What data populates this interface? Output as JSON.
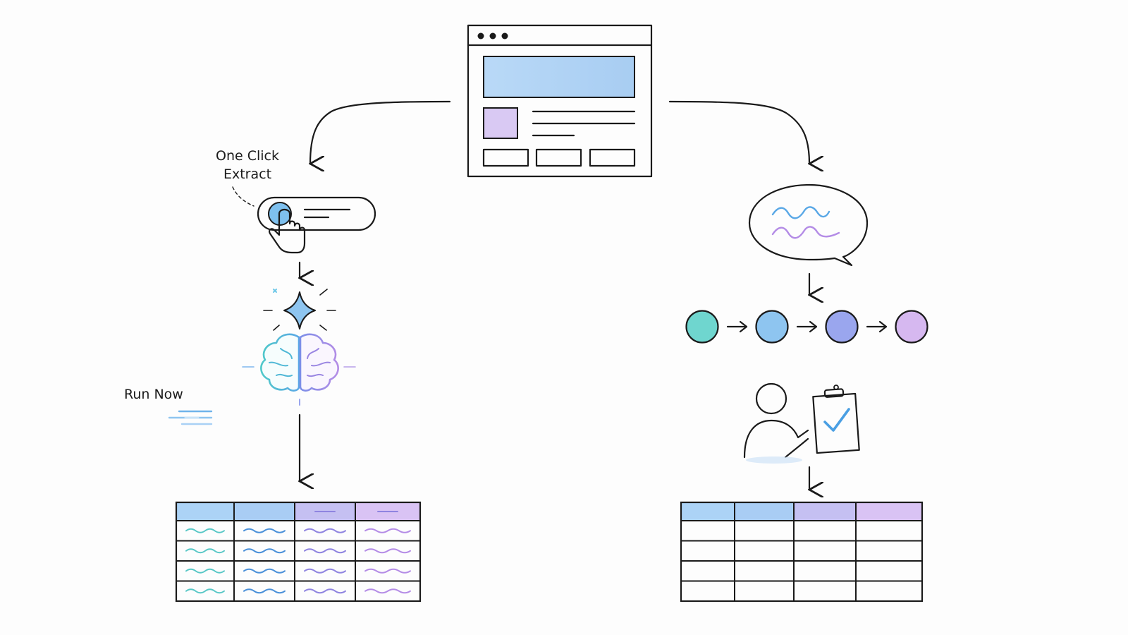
{
  "labels": {
    "one_click": "One Click",
    "extract": "Extract",
    "run_now": "Run Now"
  },
  "colors": {
    "ink": "#1a1a1a",
    "blue": "#8ec5f0",
    "light_blue": "#bfdcf7",
    "teal": "#6fd6cf",
    "indigo": "#9aa6ee",
    "purple": "#d6b8f0",
    "lavender": "#cdbbf3"
  },
  "icons": {
    "browser": "browser-window-icon",
    "click": "hand-pointer-icon",
    "sparkle": "sparkle-icon",
    "brain": "brain-icon",
    "speed": "speed-lines-icon",
    "chat": "speech-bubble-icon",
    "reviewer": "person-with-clipboard-icon",
    "check": "checkmark-icon"
  },
  "left_table": {
    "columns": 4,
    "body_rows": 4,
    "filled": true
  },
  "right_table": {
    "columns": 4,
    "body_rows": 4,
    "filled": false
  },
  "pipeline_colors": [
    "#6fd6cf",
    "#8ec5f0",
    "#9aa6ee",
    "#d6b8f0"
  ]
}
